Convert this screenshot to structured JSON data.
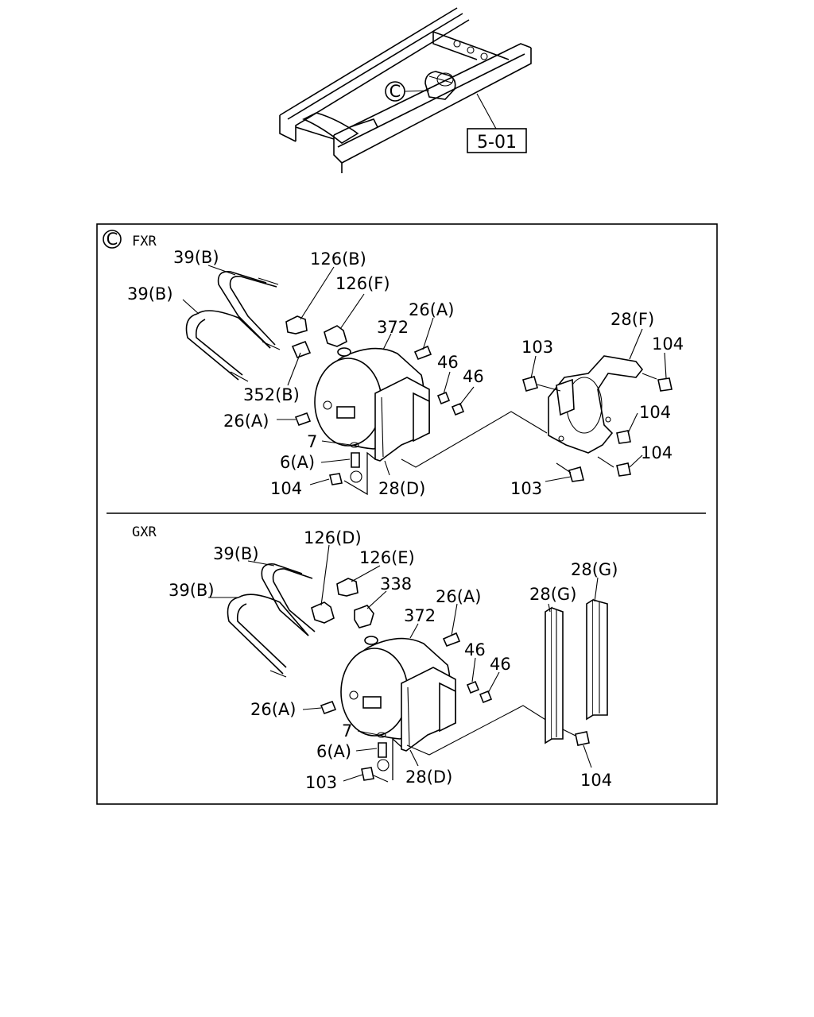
{
  "overview": {
    "callout": "C",
    "ref_box": "5-01"
  },
  "fxr": {
    "marker": "C",
    "title": "FXR",
    "labels": {
      "ubolt_upper": "39(B)",
      "ubolt_lower": "39(B)",
      "elbow_b": "126(B)",
      "elbow_f": "126(F)",
      "tank": "372",
      "plug_top": "26(A)",
      "nut_a": "46",
      "nut_b": "46",
      "adapter": "352(B)",
      "plug_side": "26(A)",
      "washer": "7",
      "drain_valve": "6(A)",
      "nut_left": "104",
      "bracket_d": "28(D)",
      "bracket_f": "28(F)",
      "bolt_top": "103",
      "nut_top": "104",
      "nut_mid": "104",
      "nut_low": "104",
      "bolt_low": "103"
    }
  },
  "gxr": {
    "title": "GXR",
    "labels": {
      "ubolt_upper": "39(B)",
      "ubolt_lower": "39(B)",
      "elbow_d": "126(D)",
      "elbow_e": "126(E)",
      "tee": "338",
      "tank": "372",
      "plug_top": "26(A)",
      "nut_a": "46",
      "nut_b": "46",
      "plug_side": "26(A)",
      "washer": "7",
      "drain_valve": "6(A)",
      "bolt": "103",
      "bracket_d": "28(D)",
      "channel_left": "28(G)",
      "channel_right": "28(G)",
      "nut": "104"
    }
  }
}
